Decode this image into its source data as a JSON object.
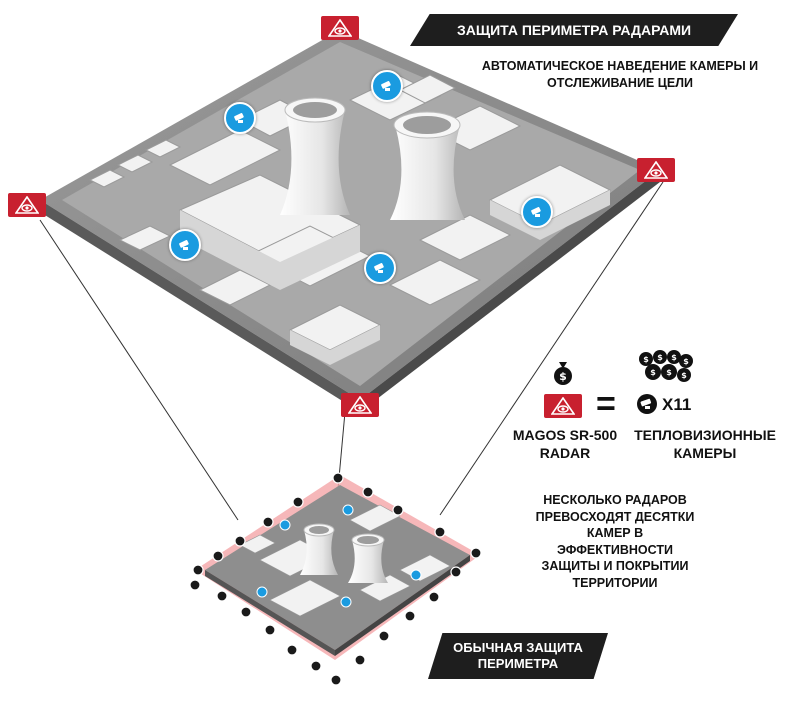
{
  "banners": {
    "top": "ЗАЩИТА ПЕРИМЕТРА РАДАРАМИ",
    "bottom_line1": "ОБЫЧНАЯ ЗАЩИТА",
    "bottom_line2": "ПЕРИМЕТРА"
  },
  "captions": {
    "auto_tracking_line1": "АВТОМАТИЧЕСКОЕ НАВЕДЕНИЕ КАМЕРЫ И",
    "auto_tracking_line2": "ОТСЛЕЖИВАНИЕ ЦЕЛИ",
    "radar_name_line1": "MAGOS SR-500",
    "radar_name_line2": "RADAR",
    "thermal_line1": "ТЕПЛОВИЗИОННЫЕ",
    "thermal_line2": "КАМЕРЫ",
    "camera_count": "X11",
    "summary_line1": "НЕСКОЛЬКО РАДАРОВ",
    "summary_line2": "ПРЕВОСХОДЯТ ДЕСЯТКИ",
    "summary_line3": "КАМЕР В",
    "summary_line4": "ЭФФЕКТИВНОСТИ",
    "summary_line5": "ЗАЩИТЫ И ПОКРЫТИИ",
    "summary_line6": "ТЕРРИТОРИИ"
  },
  "comparison": {
    "equals_sign": "="
  },
  "icons": {
    "radar": "radar-eye-icon",
    "camera": "ptz-camera-icon",
    "money": "money-bag-icon"
  },
  "colors": {
    "radar_red": "#c8202f",
    "camera_blue": "#1a9be0",
    "banner_dark": "#1e1e1e",
    "perimeter_red": "#f07b80"
  }
}
